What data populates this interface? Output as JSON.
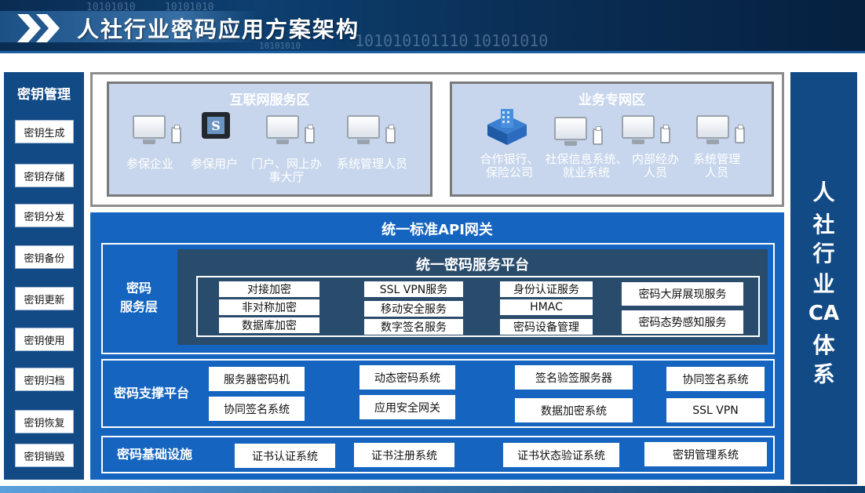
{
  "header": {
    "title": "人社行业密码应用方案架构",
    "binary": [
      "10101010",
      "10101010",
      "101010101110",
      "10101010",
      "10101010"
    ]
  },
  "key_management": {
    "title": "密钥管理",
    "items": [
      "密钥生成",
      "密钥存储",
      "密钥分发",
      "密钥备份",
      "密钥更新",
      "密钥使用",
      "密钥归档",
      "密钥恢复",
      "密钥销毁"
    ]
  },
  "ca_system": {
    "chars": [
      "人",
      "社",
      "行",
      "业",
      "CA",
      "体",
      "系"
    ]
  },
  "internet_zone": {
    "title": "互联网服务区",
    "labels": [
      "参保企业",
      "参保用户",
      "门户、网上办\n事大厅",
      "系统管理人员"
    ]
  },
  "business_zone": {
    "title": "业务专网区",
    "labels": [
      "合作银行、\n保险公司",
      "社保信息系统、\n就业系统",
      "内部经办\n人员",
      "系统管理\n人员"
    ]
  },
  "gateway": {
    "title": "统一标准API网关"
  },
  "service_layer": {
    "title": "密码\n服务层",
    "platform_title": "统一密码服务平台",
    "col1": [
      "对接加密",
      "非对称加密",
      "数据库加密"
    ],
    "col2": [
      "SSL VPN服务",
      "移动安全服务",
      "数字签名服务"
    ],
    "col3": [
      "身份认证服务",
      "HMAC",
      "密码设备管理"
    ],
    "col4": [
      "密码大屏展现服务",
      "密码态势感知服务"
    ]
  },
  "support_platform": {
    "title": "密码支撑平台",
    "items": [
      "服务器密码机",
      "协同签名系统",
      "动态密码系统",
      "应用安全网关",
      "签名验签服务器",
      "数据加密系统",
      "协同签名系统",
      "SSL VPN"
    ]
  },
  "infrastructure": {
    "title": "密码基础设施",
    "items": [
      "证书认证系统",
      "证书注册系统",
      "证书状态验证系统",
      "密钥管理系统"
    ]
  },
  "colors": {
    "header_bg": "#0d3f70",
    "column_bg": "#124a85",
    "api_bg": "#1565c0",
    "platform_bg": "#2a4c6c",
    "zone_bg": "#c7d6ec"
  }
}
